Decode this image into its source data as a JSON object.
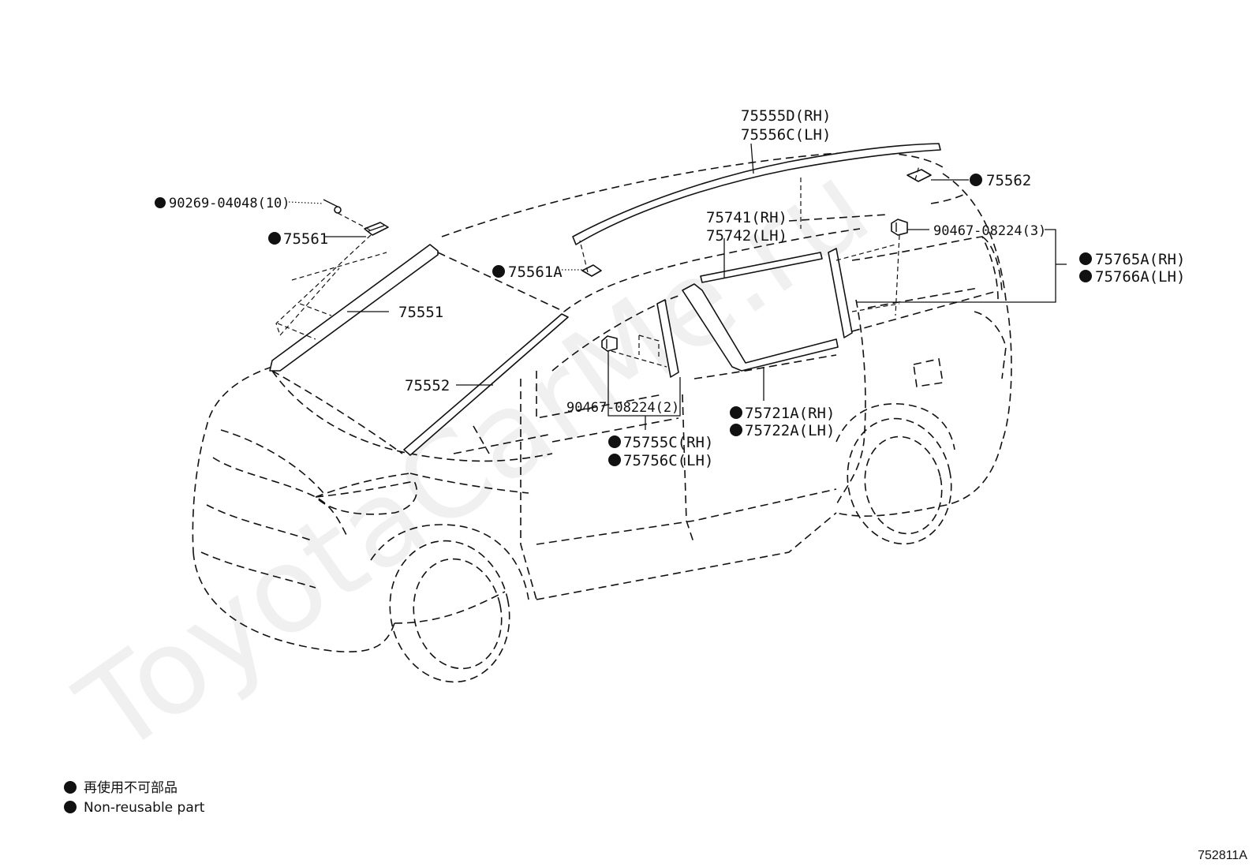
{
  "watermark": "ToyotaCarMe.ru",
  "labels": {
    "roof_rh": "75555D(RH)",
    "roof_lh": "75556C(LH)",
    "p75562": "75562",
    "p90269": "90269-04048(10)",
    "p75561": "75561",
    "p75561A": "75561A",
    "p75551": "75551",
    "p75552": "75552",
    "p75741": "75741(RH)",
    "p75742": "75742(LH)",
    "clip3": "90467-08224(3)",
    "p75765A": "75765A(RH)",
    "p75766A": "75766A(LH)",
    "clip2": "90467-08224(2)",
    "p75755C": "75755C(RH)",
    "p75756C": "75756C(LH)",
    "p75721A": "75721A(RH)",
    "p75722A": "75722A(LH)"
  },
  "legend": {
    "jp": "再使用不可部品",
    "en": "Non-reusable part"
  },
  "diagram_code": "752811A"
}
